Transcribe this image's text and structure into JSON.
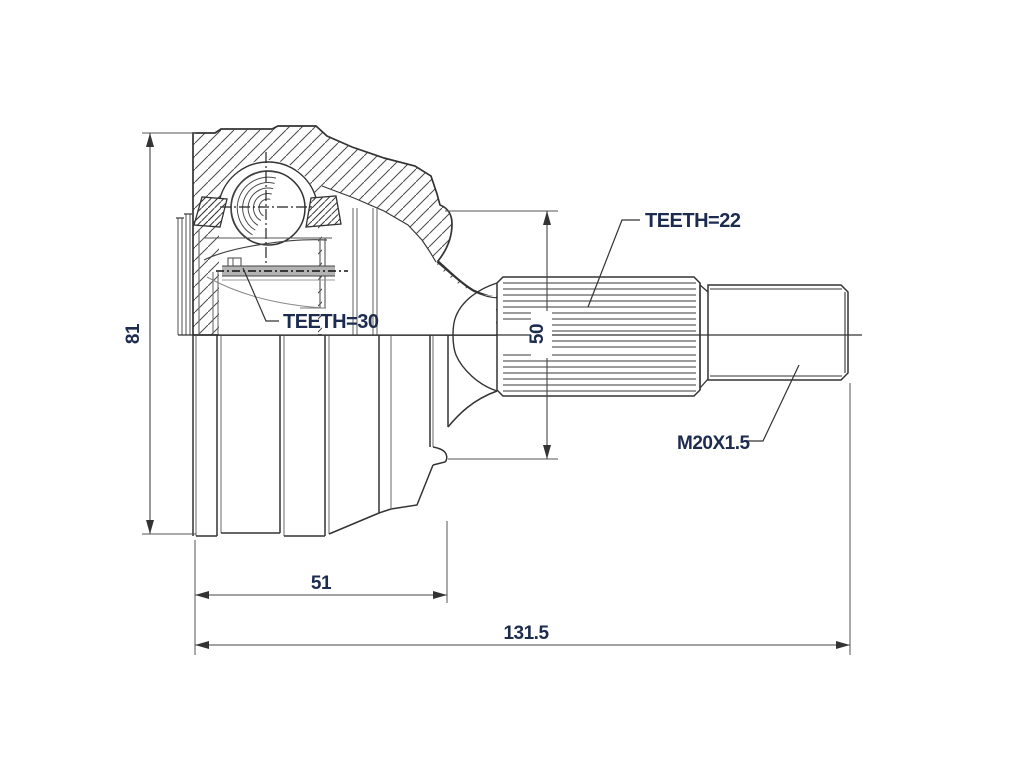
{
  "drawing": {
    "annotations": {
      "inner_spline": "TEETH=30",
      "shaft_spline": "TEETH=22",
      "thread_spec": "M20X1.5"
    },
    "dimensions": {
      "overall_height": "81",
      "flange_diameter": "50",
      "body_length": "51",
      "overall_length": "131.5"
    },
    "colors": {
      "line": "#3a3a3a",
      "thin_line": "#6e6e6e",
      "label_text": "#1d2b4f",
      "background": "#ffffff"
    }
  }
}
